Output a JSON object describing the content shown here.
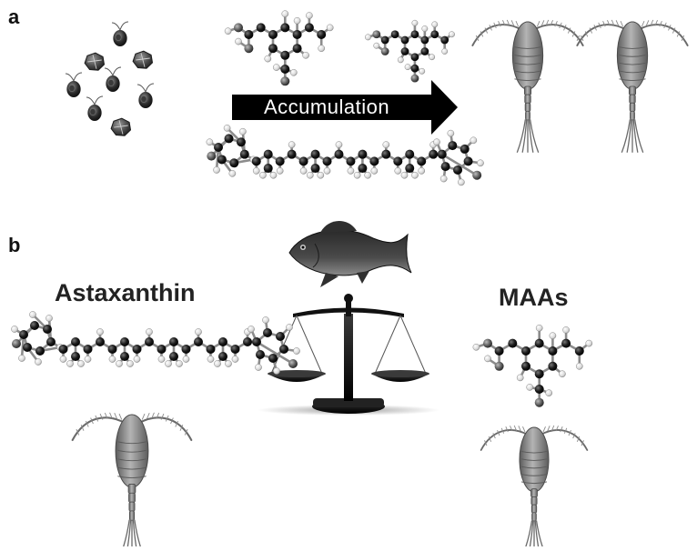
{
  "panels": {
    "a": {
      "label": "a",
      "arrow_text": "Accumulation"
    },
    "b": {
      "label": "b",
      "left_title": "Astaxanthin",
      "right_title": "MAAs"
    }
  },
  "icons": {
    "algae": "microalgae-cells-icon",
    "molecule_small": "mycosporine-like-amino-acid-molecule-icon",
    "molecule_long": "astaxanthin-molecule-icon",
    "copepod": "copepod-icon",
    "fish": "fish-icon",
    "scale": "balance-scale-icon"
  },
  "colors": {
    "arrow": "#000000",
    "atom_dark": "#1a1a1a",
    "atom_light": "#e6e6e6",
    "copepod_body": "#8a8a8a",
    "fish_body": "#3c3c3c"
  }
}
